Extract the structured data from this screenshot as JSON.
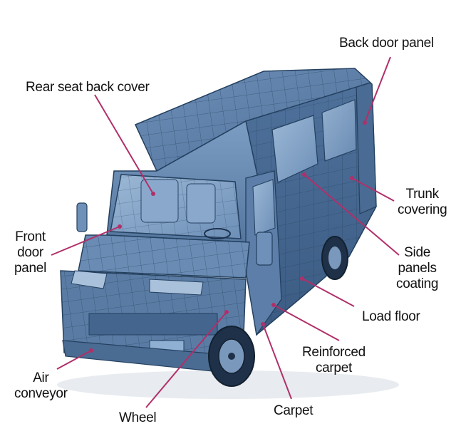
{
  "colors": {
    "body": "#5f82aa",
    "body_light": "#86a6c9",
    "body_dark": "#3f5f86",
    "mesh": "#27405f",
    "leader": "#b0306a",
    "text": "#111111"
  },
  "labels": {
    "back_door_panel": "Back door panel",
    "rear_seat_back_cover": "Rear seat back cover",
    "trunk_covering": [
      "Trunk",
      "covering"
    ],
    "front_door_panel": [
      "Front",
      "door",
      "panel"
    ],
    "side_panels_coating": [
      "Side",
      "panels",
      "coating"
    ],
    "load_floor": "Load floor",
    "reinforced_carpet": [
      "Reinforced",
      "carpet"
    ],
    "air_conveyor": [
      "Air",
      "conveyor"
    ],
    "wheel": "Wheel",
    "carpet": "Carpet"
  }
}
